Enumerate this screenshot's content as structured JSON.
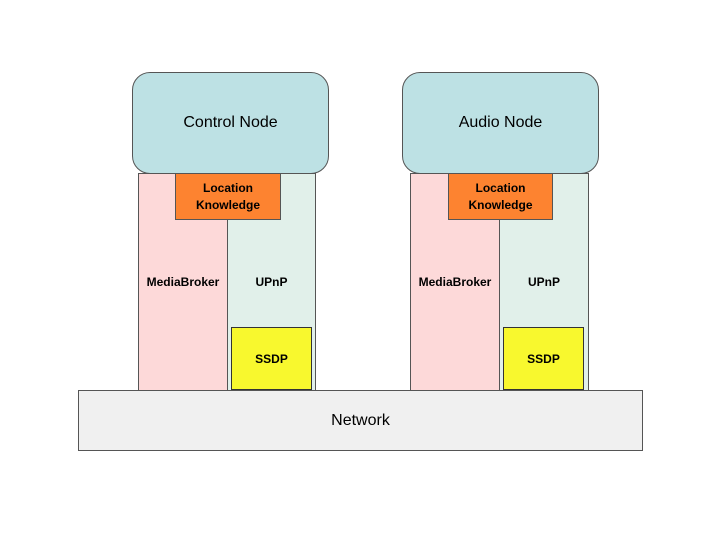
{
  "diagram": {
    "stacks": [
      {
        "node_label": "Control Node",
        "broker_label": "MediaBroker",
        "upnp_label": "UPnP",
        "location_line1": "Location",
        "location_line2": "Knowledge",
        "ssdp_label": "SSDP"
      },
      {
        "node_label": "Audio Node",
        "broker_label": "MediaBroker",
        "upnp_label": "UPnP",
        "location_line1": "Location",
        "location_line2": "Knowledge",
        "ssdp_label": "SSDP"
      }
    ],
    "network_label": "Network"
  },
  "colors": {
    "node_fill": "#bde1e4",
    "mediabroker_fill": "#fdd9d9",
    "upnp_fill": "#e1f0ea",
    "location_fill": "#fd8330",
    "ssdp_fill": "#f8f82e",
    "network_fill": "#f0f0f0"
  }
}
